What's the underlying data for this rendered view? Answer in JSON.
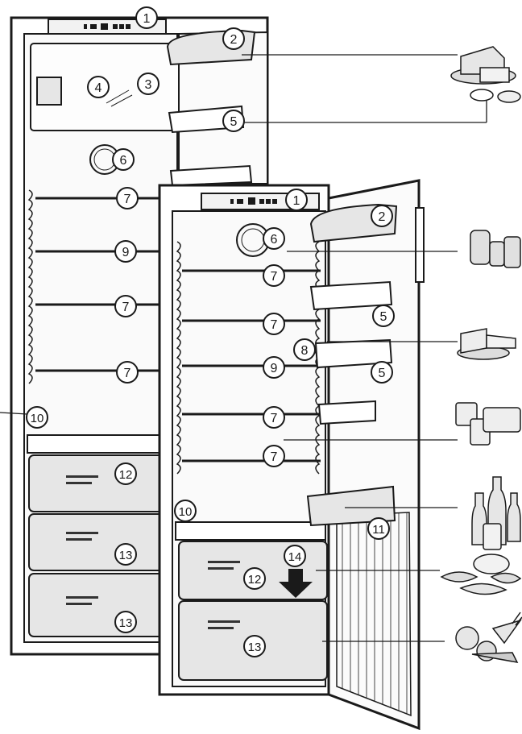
{
  "callouts": {
    "left": [
      {
        "num": "1"
      },
      {
        "num": "2"
      },
      {
        "num": "3"
      },
      {
        "num": "4"
      },
      {
        "num": "5"
      },
      {
        "num": "6"
      },
      {
        "num": "7"
      },
      {
        "num": "9"
      },
      {
        "num": "7"
      },
      {
        "num": "7"
      },
      {
        "num": "10"
      },
      {
        "num": "12"
      },
      {
        "num": "13"
      },
      {
        "num": "13"
      }
    ],
    "right": [
      {
        "num": "1"
      },
      {
        "num": "2"
      },
      {
        "num": "6"
      },
      {
        "num": "7"
      },
      {
        "num": "5"
      },
      {
        "num": "7"
      },
      {
        "num": "8"
      },
      {
        "num": "9"
      },
      {
        "num": "5"
      },
      {
        "num": "7"
      },
      {
        "num": "7"
      },
      {
        "num": "10"
      },
      {
        "num": "11"
      },
      {
        "num": "14"
      },
      {
        "num": "12"
      },
      {
        "num": "13"
      }
    ]
  },
  "food_icons": [
    "cheese-butter-eggs-icon",
    "canned-goods-icon",
    "cake-slices-icon",
    "yogurt-containers-icon",
    "bottles-jars-icon",
    "meat-fish-icon",
    "vegetables-icon"
  ],
  "colors": {
    "line": "#1a1a1a",
    "drawer": "#e6e6e6",
    "panel": "#f2f2f2"
  }
}
